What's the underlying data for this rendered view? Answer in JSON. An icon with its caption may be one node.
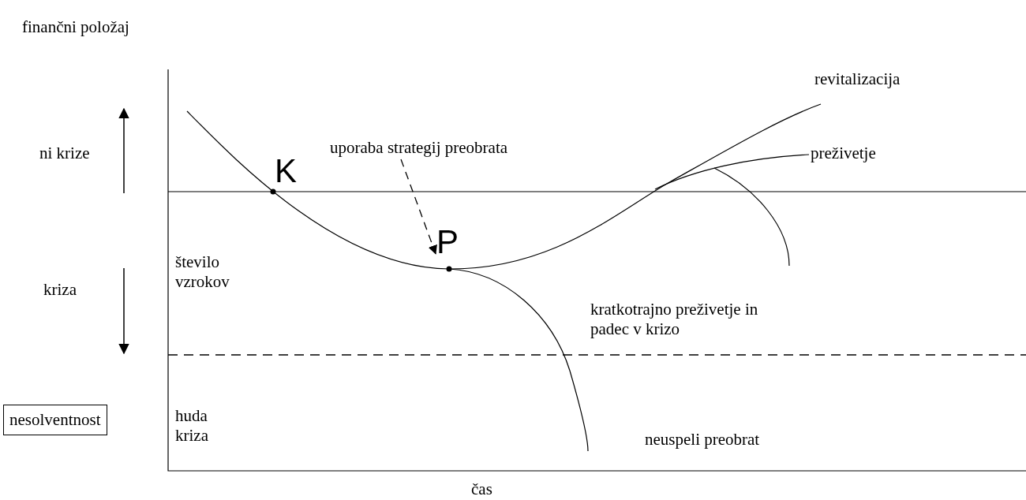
{
  "diagram": {
    "nodes": [
      {
        "text": [
          "uporaba strategij preobrata"
        ]
      },
      {
        "text": [
          "P"
        ]
      },
      {
        "text": [
          "nesolventnost"
        ]
      }
    ],
    "edges": [
      {
        "from": 0,
        "to": 1,
        "arrow": "to",
        "style": "dashed"
      }
    ],
    "labels": [
      "finančni položaj",
      "revitalizacija",
      "ni krize",
      "K",
      "preživetje",
      "število vzrokov",
      "kriza",
      "kratkotrajno preživetje in padec v krizo",
      "huda kriza",
      "neuspeli preobrat",
      "čas"
    ]
  }
}
